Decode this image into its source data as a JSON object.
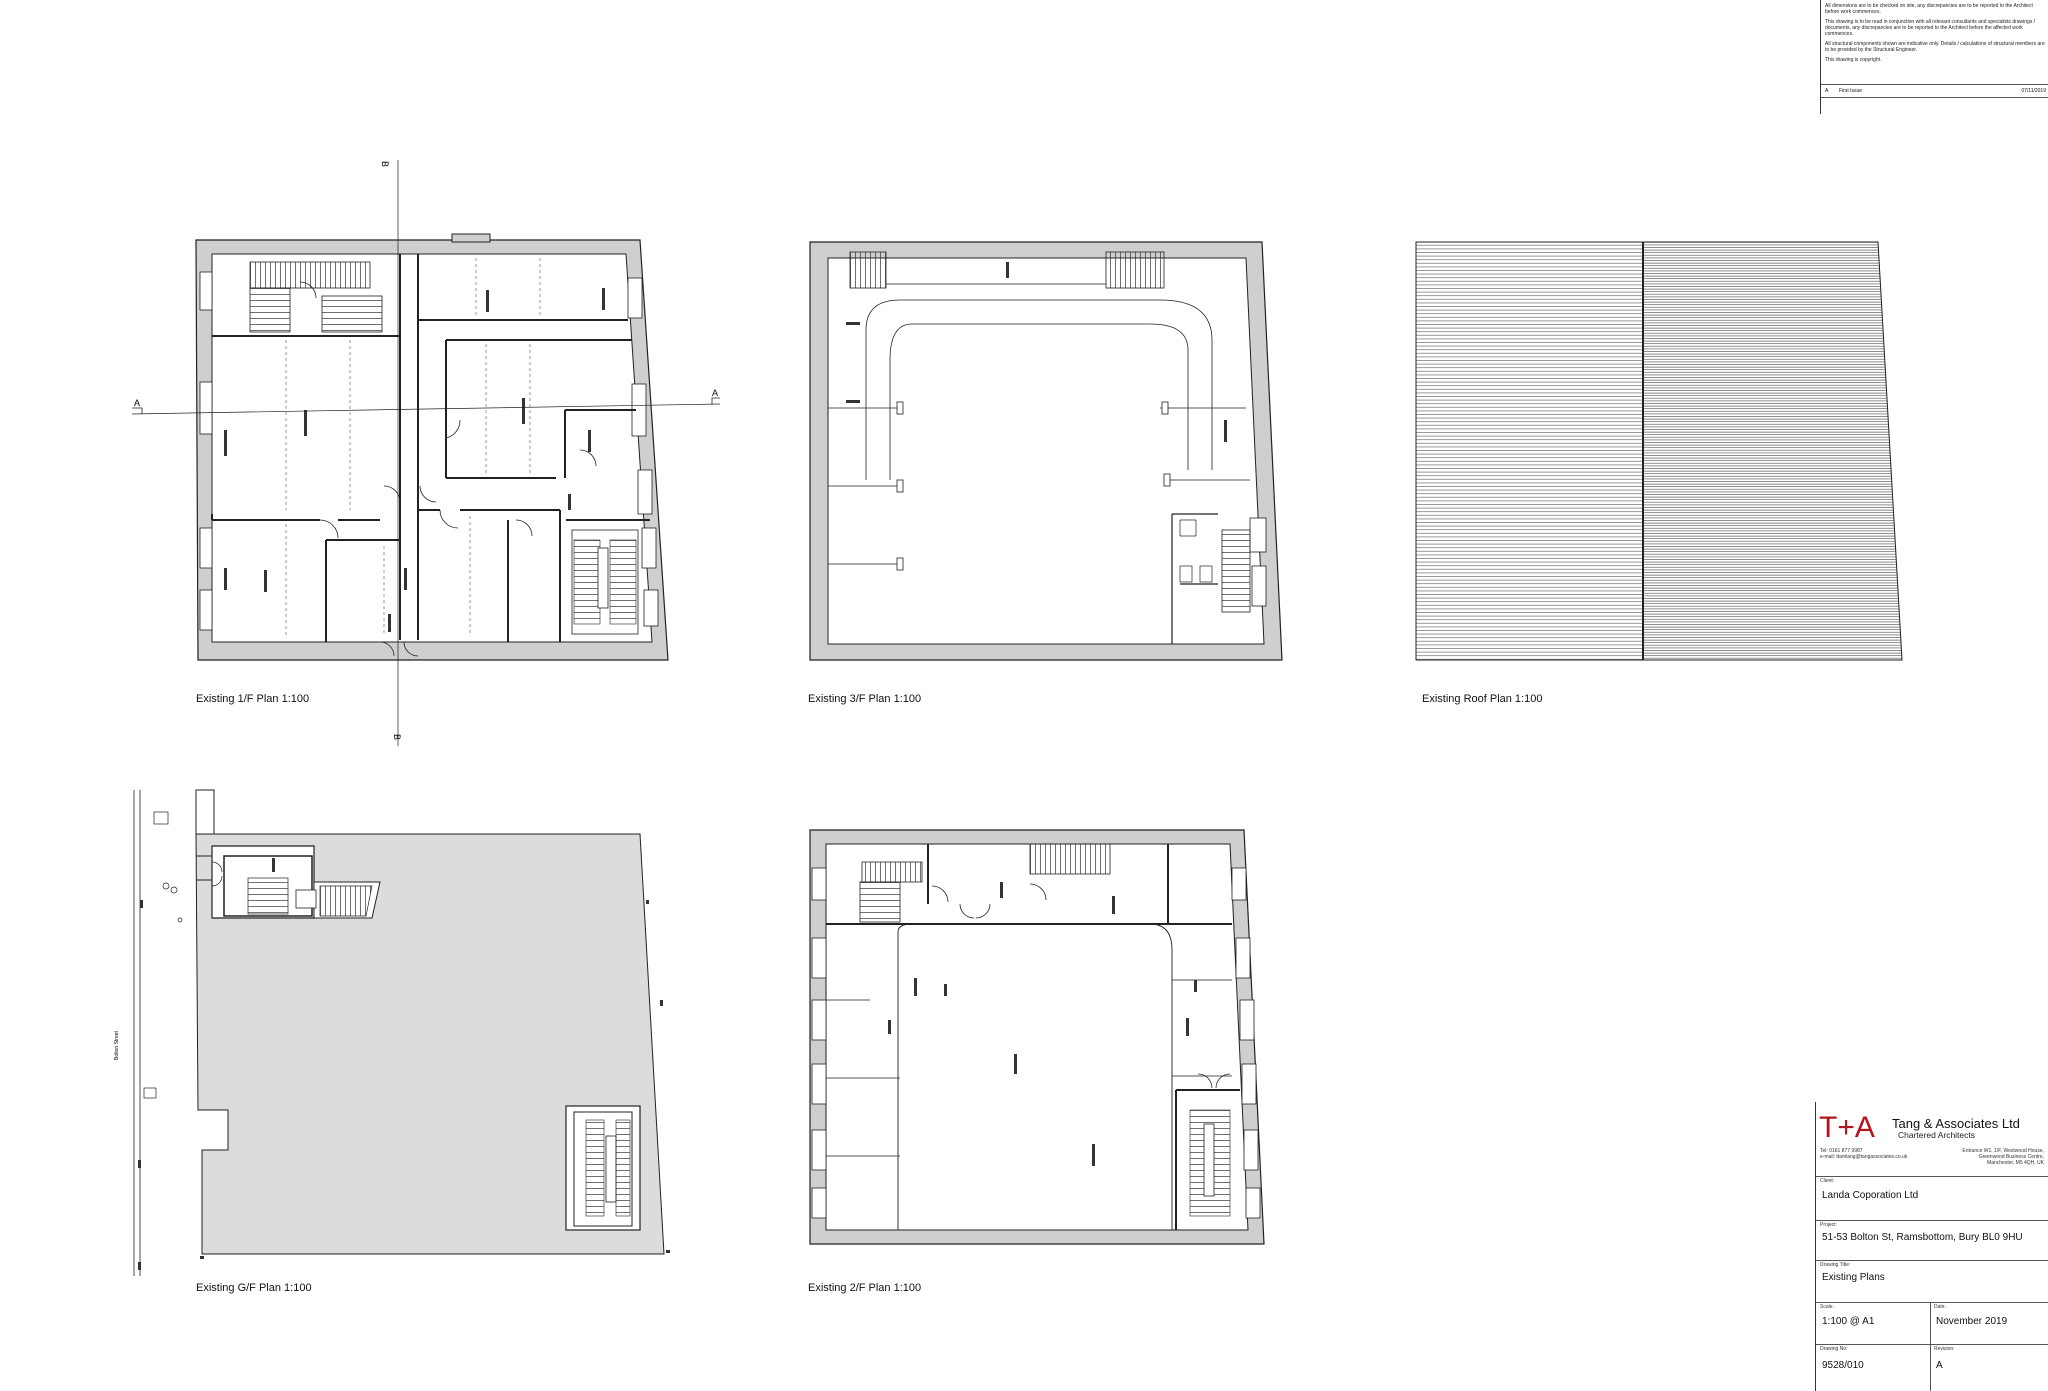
{
  "notes": {
    "lines": [
      "All dimensions are to be checked on site, any discrepancies are to be reported to the Architect before work commences.",
      "This drawing is to be read in conjunction with all relevant consultants and specialists drawings / documents, any discrepancies are to be reported to the Architect before the affected work commences.",
      "All structural components shown are indicative only. Details / calculations of structural members are to be provided by the Structural Engineer.",
      "This drawing is copyright."
    ],
    "revision_row": {
      "code": "A",
      "description": "First Issue",
      "date": "07/11/2019"
    }
  },
  "plans": {
    "first_floor": "Existing 1/F Plan 1:100",
    "third_floor": "Existing 3/F Plan 1:100",
    "roof": "Existing Roof Plan 1:100",
    "ground_floor": "Existing G/F Plan 1:100",
    "second_floor": "Existing 2/F Plan 1:100"
  },
  "section_marks": {
    "a": "A",
    "b": "B"
  },
  "street_label": "Bolton Street",
  "title_block": {
    "logo_text": "T+A",
    "company": "Tang & Associates Ltd",
    "subtitle": "Chartered Architects",
    "contact": [
      "Tel:    0161 877 9987",
      "e-mail: ttamlang@tangassociates.co.uk"
    ],
    "address": [
      "Entrance W1, 1/F, Westwood House,",
      "Greenwood Business Centre,",
      "Manchester, M5 4QH, UK"
    ],
    "client_label": "Client:",
    "client": "Landa Coporation Ltd",
    "project_label": "Project:",
    "project": "51-53 Bolton St, Ramsbottom, Bury BL0 9HU",
    "drawing_title_label": "Drawing Title:",
    "drawing_title": "Existing Plans",
    "scale_label": "Scale:",
    "scale": "1:100 @ A1",
    "date_label": "Date:",
    "date": "November 2019",
    "drawing_no_label": "Drawing No:",
    "drawing_no": "9528/010",
    "revision_label": "Revision:",
    "revision": "A"
  },
  "colors": {
    "brand_red": "#b5121b",
    "wall_fill": "#cfcfcf",
    "ground_floor_fill": "#dcdcdc",
    "line": "#222222"
  }
}
